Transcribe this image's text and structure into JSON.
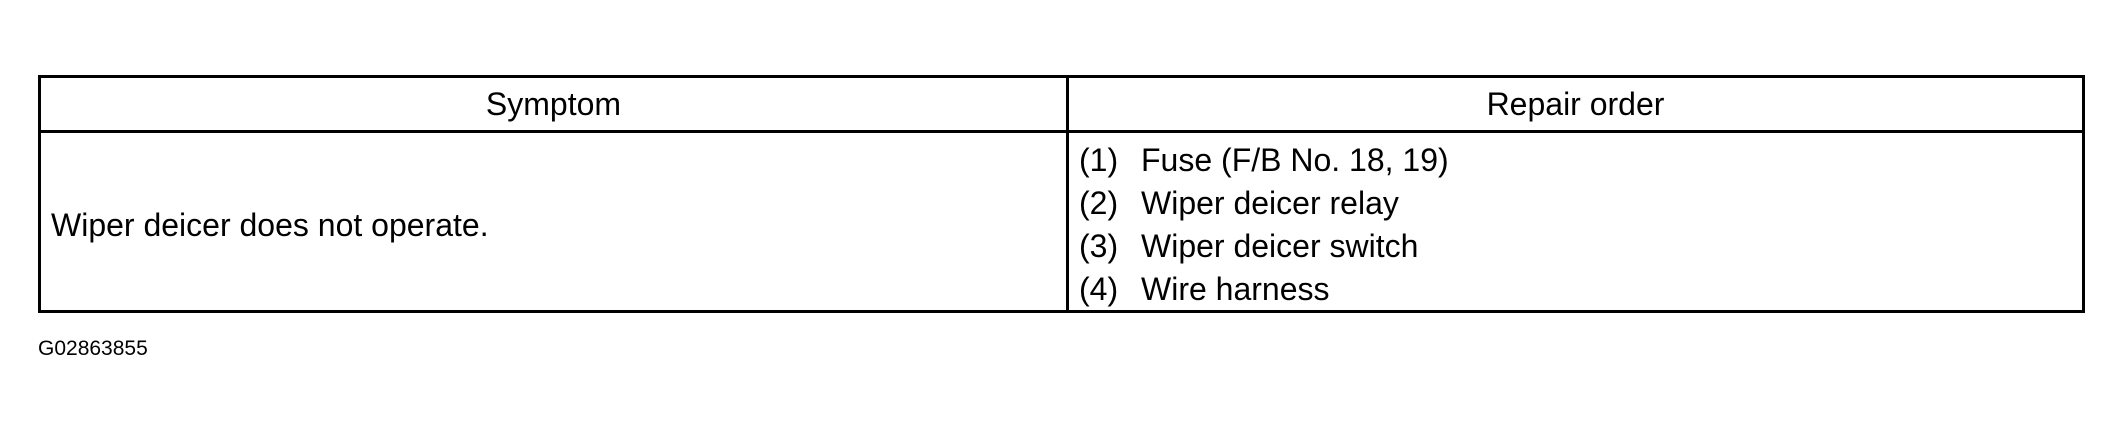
{
  "table": {
    "headers": {
      "symptom": "Symptom",
      "repair_order": "Repair order"
    },
    "rows": [
      {
        "symptom": "Wiper deicer does not operate.",
        "repair_order": [
          {
            "num": "(1)",
            "text": "Fuse (F/B No. 18, 19)"
          },
          {
            "num": "(2)",
            "text": "Wiper deicer relay"
          },
          {
            "num": "(3)",
            "text": "Wiper deicer switch"
          },
          {
            "num": "(4)",
            "text": "Wire harness"
          }
        ]
      }
    ]
  },
  "figure_id": "G02863855"
}
